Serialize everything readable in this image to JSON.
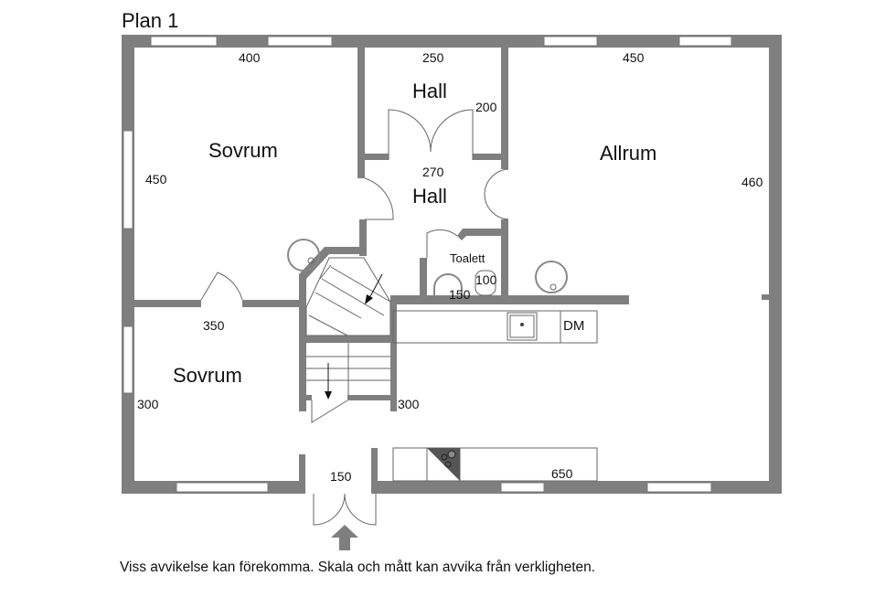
{
  "title": "Plan 1",
  "rooms": {
    "sovrum_top": "Sovrum",
    "sovrum_bottom": "Sovrum",
    "hall_top": "Hall",
    "hall_mid": "Hall",
    "allrum": "Allrum",
    "toalett": "Toalett",
    "dm": "DM"
  },
  "dimensions": {
    "top_left": "400",
    "top_mid": "250",
    "top_right": "450",
    "hall_side": "200",
    "hall_mid": "270",
    "sovrum_side": "450",
    "allrum_side": "460",
    "toilet_w": "100",
    "toilet_h": "150",
    "sovrum2_top": "350",
    "sovrum2_side": "300",
    "stair": "300",
    "entry": "150",
    "kitchen": "650"
  },
  "disclaimer": "Viss avvikelse kan förekomma. Skala och mått kan avvika från verkligheten.",
  "colors": {
    "wall": "#7f7f7f"
  }
}
